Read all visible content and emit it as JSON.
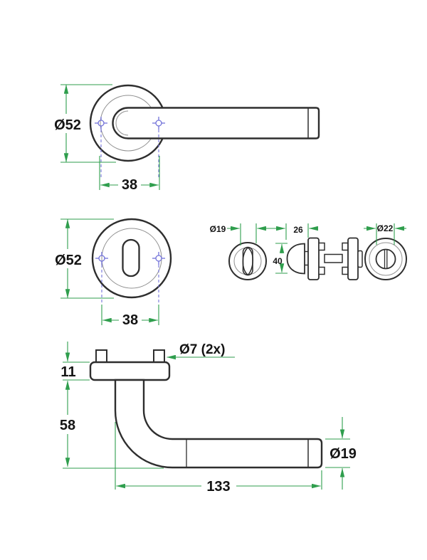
{
  "figures": {
    "handle_front": {
      "diameter_label": "Ø52",
      "spacing_label": "38"
    },
    "escutcheon": {
      "diameter_label": "Ø52",
      "spacing_label": "38"
    },
    "thumbturn": {
      "knob_diameter_label": "Ø19",
      "projection_label": "26",
      "height_label": "40",
      "release_diameter_label": "Ø22"
    },
    "handle_side": {
      "plate_thickness_label": "11",
      "drop_label": "58",
      "length_label": "133",
      "tube_diameter_label": "Ø19",
      "screw_hole_label": "Ø7 (2x)"
    }
  },
  "colors": {
    "outline": "#2e2e2e",
    "secondary_line": "#909090",
    "dimension": "#2f9e4d",
    "centerline": "#7373d9",
    "text": "#141414",
    "background": "#ffffff"
  }
}
